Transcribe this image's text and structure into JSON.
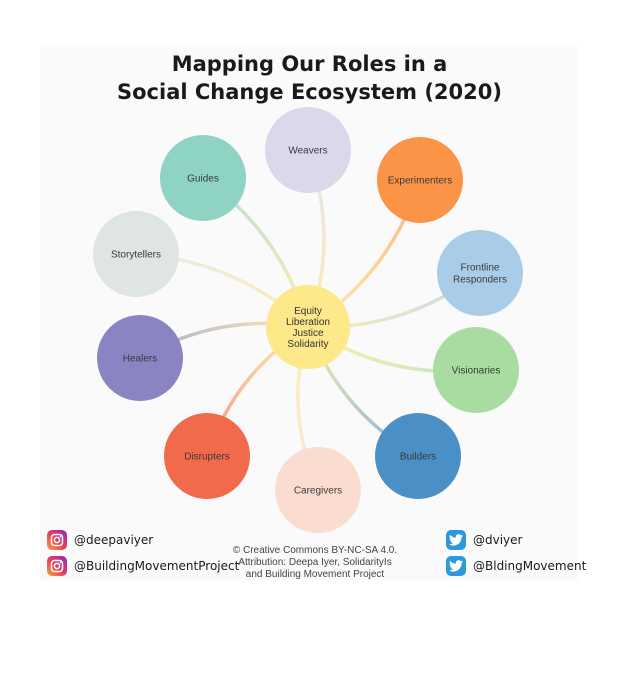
{
  "title": {
    "line1": "Mapping Our Roles in a",
    "line2": "Social Change Ecosystem (2020)"
  },
  "center": {
    "lines": [
      "Equity",
      "Liberation",
      "Justice",
      "Solidarity"
    ],
    "color": "#fde88a"
  },
  "roles": [
    {
      "id": "weavers",
      "lines": [
        "Weavers"
      ],
      "color": "#dcd8ec"
    },
    {
      "id": "experimenters",
      "lines": [
        "Experimenters"
      ],
      "color": "#fb9447"
    },
    {
      "id": "frontline-responders",
      "lines": [
        "Frontline",
        "Responders"
      ],
      "color": "#a9cde8"
    },
    {
      "id": "visionaries",
      "lines": [
        "Visionaries"
      ],
      "color": "#a8dca0"
    },
    {
      "id": "builders",
      "lines": [
        "Builders"
      ],
      "color": "#4a8fc5"
    },
    {
      "id": "caregivers",
      "lines": [
        "Caregivers"
      ],
      "color": "#fbdcd0"
    },
    {
      "id": "disrupters",
      "lines": [
        "Disrupters"
      ],
      "color": "#f16a4c"
    },
    {
      "id": "healers",
      "lines": [
        "Healers"
      ],
      "color": "#8a84c2"
    },
    {
      "id": "storytellers",
      "lines": [
        "Storytellers"
      ],
      "color": "#dfe4e4"
    },
    {
      "id": "guides",
      "lines": [
        "Guides"
      ],
      "color": "#8fd3c4"
    }
  ],
  "social": {
    "instagram_1": "@deepaviyer",
    "instagram_2": "@BuildingMovementProject",
    "twitter_1": "@dviyer",
    "twitter_2": "@BldingMovement"
  },
  "credit": {
    "line1": "© Creative Commons BY-NC-SA 4.0.",
    "line2": "Attribution: Deepa Iyer, SolidarityIs",
    "line3": "and Building Movement Project"
  }
}
